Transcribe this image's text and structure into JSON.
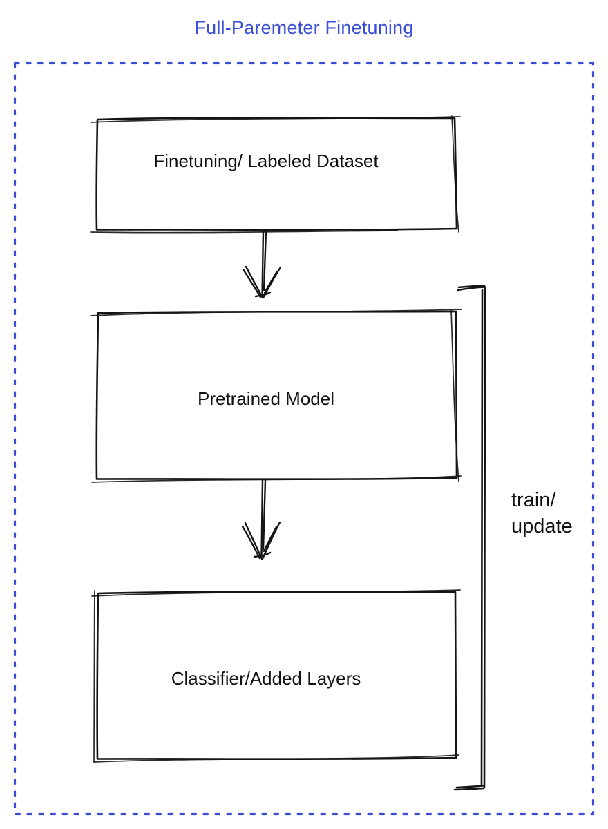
{
  "title": {
    "text": "Full-Paremeter Finetuning",
    "color": "#3C50D6"
  },
  "frame": {
    "border_color": "#3A4CD2"
  },
  "boxes": [
    {
      "label": "Finetuning/ Labeled Dataset",
      "fill": "#8A939E"
    },
    {
      "label": "Pretrained Model",
      "fill": "#4B72EA"
    },
    {
      "label": "Classifier/Added Layers",
      "fill": "#3DBA57"
    }
  ],
  "bracket": {
    "label_line1": "train/",
    "label_line2": "update"
  },
  "ink_color": "#141414"
}
